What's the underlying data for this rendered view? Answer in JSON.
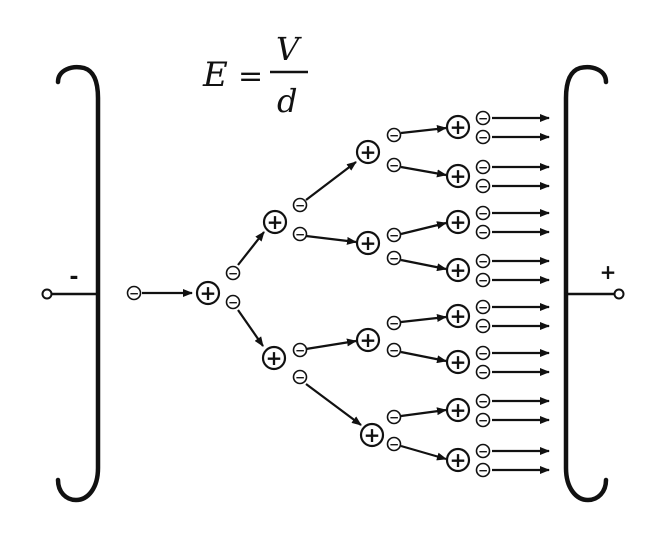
{
  "equation": {
    "lhs": "E",
    "equals": "=",
    "numerator": "V",
    "denominator": "d"
  },
  "terminals": {
    "negative_label": "-",
    "positive_label": "+"
  },
  "ion_symbols": {
    "positive": "+",
    "negative": "−"
  },
  "diagram": {
    "description_type": "electron avalanche between two electrodes",
    "generations": [
      {
        "level": 0,
        "positive_ions": 0,
        "electrons": 1
      },
      {
        "level": 1,
        "positive_ions": 1,
        "electrons": 2
      },
      {
        "level": 2,
        "positive_ions": 2,
        "electrons": 4
      },
      {
        "level": 3,
        "positive_ions": 4,
        "electrons": 8
      },
      {
        "level": 4,
        "positive_ions": 8,
        "electrons": 16
      }
    ],
    "outgoing_electron_arrows": 16
  },
  "colors": {
    "ink": "#111111",
    "background": "#ffffff"
  }
}
